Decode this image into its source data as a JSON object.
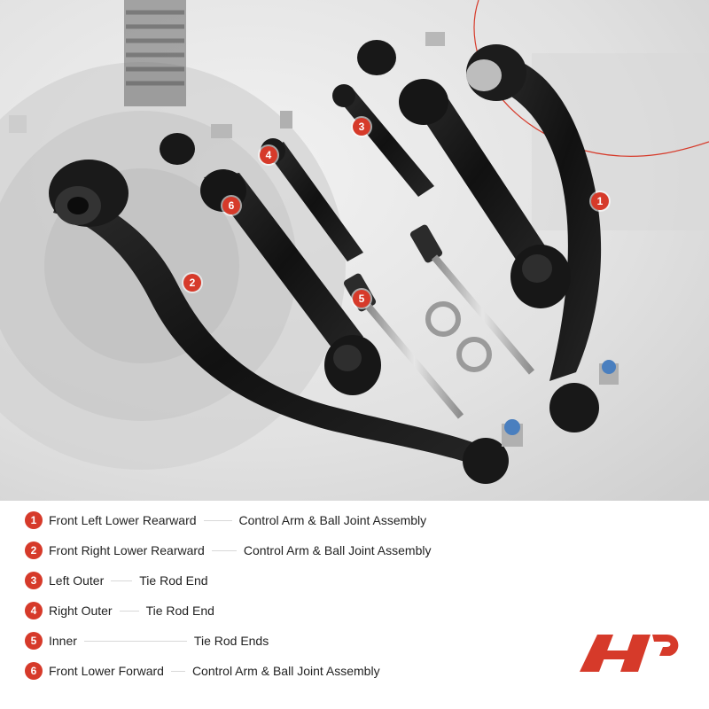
{
  "markers": [
    "1",
    "2",
    "3",
    "4",
    "5",
    "6"
  ],
  "legend": [
    {
      "num": "1",
      "position": "Front Left Lower Rearward",
      "part": "Control Arm & Ball Joint Assembly"
    },
    {
      "num": "2",
      "position": "Front Right Lower Rearward",
      "part": "Control Arm & Ball Joint Assembly"
    },
    {
      "num": "3",
      "position": "Left Outer",
      "part": "Tie Rod End"
    },
    {
      "num": "4",
      "position": "Right Outer",
      "part": "Tie Rod End"
    },
    {
      "num": "5",
      "position": "Inner",
      "part": "Tie Rod Ends"
    },
    {
      "num": "6",
      "position": "Front Lower Forward",
      "part": "Control Arm & Ball Joint Assembly"
    }
  ],
  "colors": {
    "accent": "#d63a2a",
    "text": "#222222",
    "part_black": "#151515"
  },
  "logo_icon": "a-premium-logo-icon"
}
